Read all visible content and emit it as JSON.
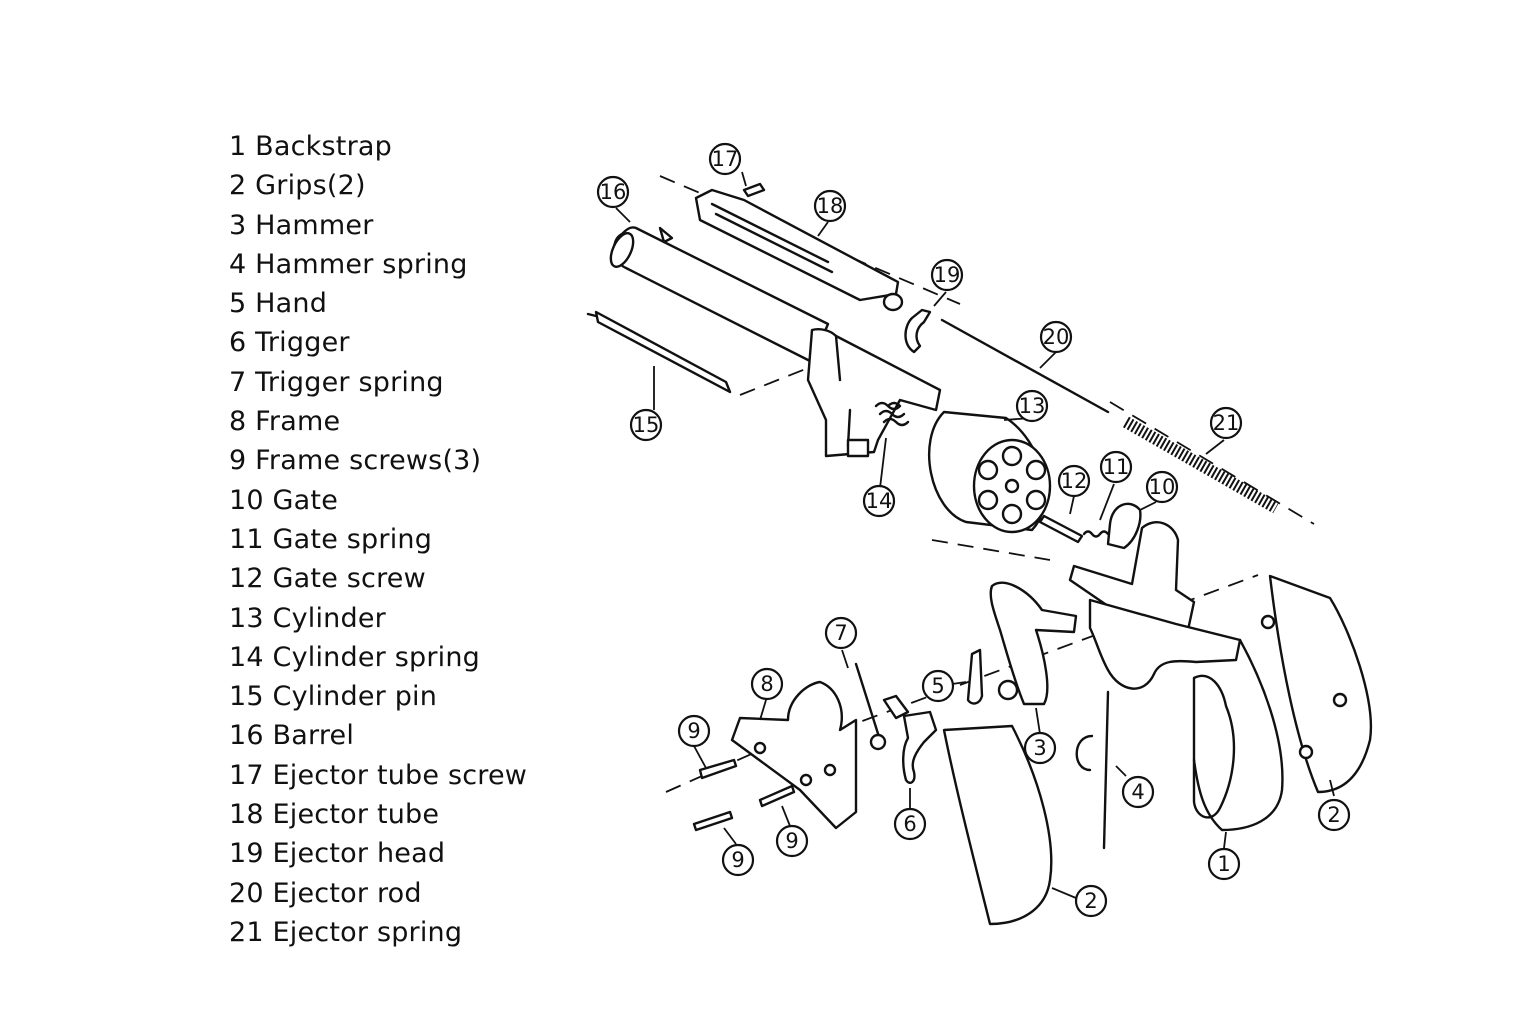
{
  "legend": [
    "1 Backstrap",
    "2 Grips(2)",
    "3 Hammer",
    "4 Hammer spring",
    "5 Hand",
    "6 Trigger",
    "7 Trigger spring",
    "8 Frame",
    "9 Frame screws(3)",
    "10 Gate",
    "11 Gate spring",
    "12 Gate screw",
    "13 Cylinder",
    "14 Cylinder spring",
    "15 Cylinder pin",
    "16 Barrel",
    "17 Ejector tube screw",
    "18 Ejector tube",
    "19 Ejector head",
    "20 Ejector rod",
    "21 Ejector spring"
  ],
  "callouts": [
    "17",
    "16",
    "18",
    "19",
    "20",
    "13",
    "21",
    "15",
    "14",
    "12",
    "11",
    "10",
    "7",
    "8",
    "5",
    "9",
    "3",
    "4",
    "6",
    "9",
    "9",
    "2",
    "1",
    "2"
  ]
}
